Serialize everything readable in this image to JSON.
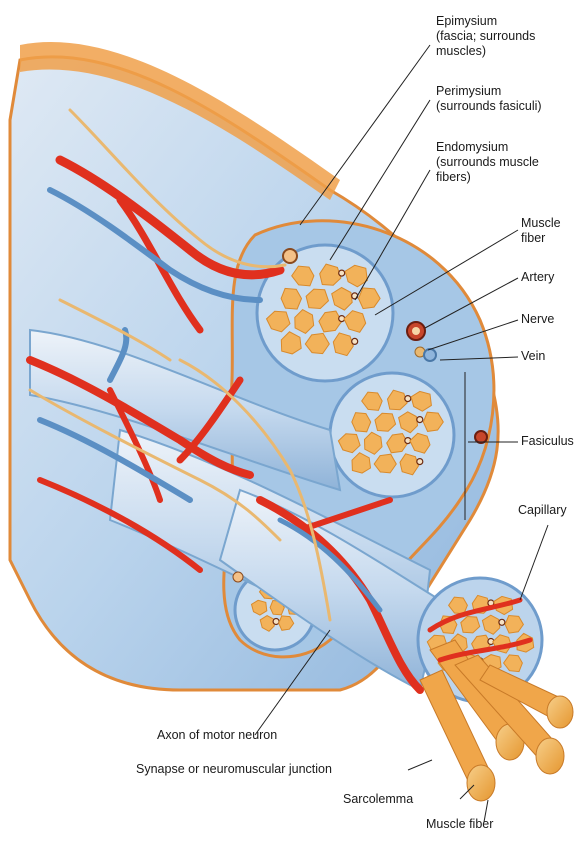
{
  "labels": {
    "epimysium": [
      "Epimysium",
      "(fascia; surrounds",
      "muscles)"
    ],
    "perimysium": [
      "Perimysium",
      "(surrounds fasiculi)"
    ],
    "endomysium": [
      "Endomysium",
      "(surrounds muscle",
      "fibers)"
    ],
    "muscle_fiber_top": [
      "Muscle",
      "fiber"
    ],
    "artery": "Artery",
    "nerve": "Nerve",
    "vein": "Vein",
    "fasiculus": "Fasiculus",
    "capillary": "Capillary",
    "axon": "Axon of motor neuron",
    "synapse": "Synapse or neuromuscular junction",
    "sarcolemma": "Sarcolemma",
    "muscle_fiber_bottom": "Muscle fiber"
  },
  "colors": {
    "fascia": "#a9cbe8",
    "fascia_dark": "#7aa6cf",
    "fascia_light": "#dce9f5",
    "fiber": "#f2b25a",
    "fiber_edge": "#d98a2b",
    "artery": "#e0301e",
    "nerve": "#e9b870",
    "vein": "#5b8fc4"
  }
}
